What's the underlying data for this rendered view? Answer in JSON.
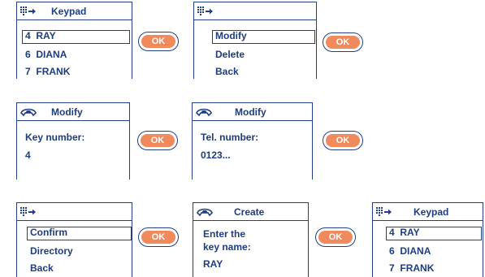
{
  "ok_label": "OK",
  "colors": {
    "accent": "#f08a5c",
    "frame": "#243f86",
    "text": "#1e3c80"
  },
  "icons": {
    "keypad": "keypad-grid-icon",
    "phone": "phone-handset-icon"
  },
  "s1": {
    "title": "Keypad",
    "items": [
      {
        "num": "4",
        "name": "RAY"
      },
      {
        "num": "6",
        "name": "DIANA"
      },
      {
        "num": "7",
        "name": "FRANK"
      }
    ]
  },
  "s2": {
    "items": [
      "Modify",
      "Delete",
      "Back"
    ]
  },
  "s3": {
    "title": "Modify",
    "line1": "Key number:",
    "line2": "4"
  },
  "s4": {
    "title": "Modify",
    "line1": "Tel. number:",
    "line2": "0123..."
  },
  "s5": {
    "items": [
      "Confirm",
      "Directory",
      "Back"
    ]
  },
  "s6": {
    "title": "Create",
    "line1": "Enter the",
    "line2": "key name:",
    "line3": "RAY"
  },
  "s7": {
    "title": "Keypad",
    "items": [
      {
        "num": "4",
        "name": "RAY"
      },
      {
        "num": "6",
        "name": "DIANA"
      },
      {
        "num": "7",
        "name": "FRANK"
      }
    ]
  }
}
